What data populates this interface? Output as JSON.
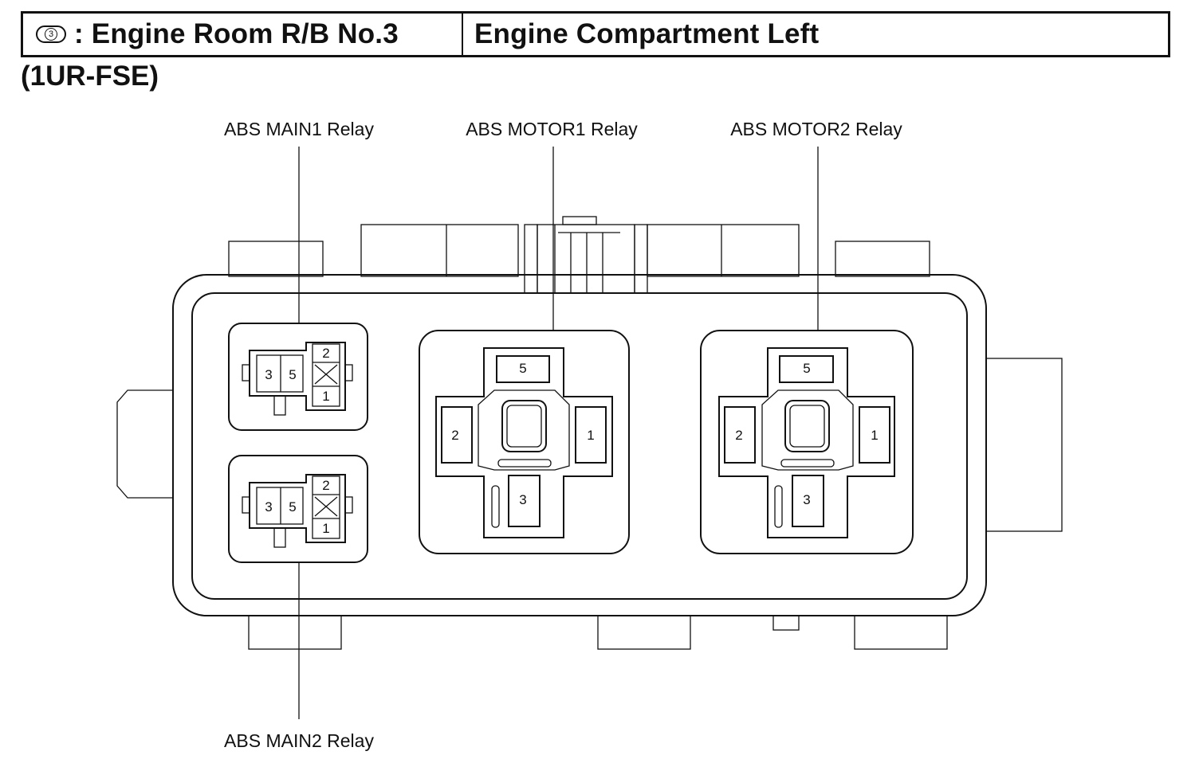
{
  "header": {
    "badge_number": "3",
    "location_code": ": Engine Room R/B No.3",
    "location_name": "Engine Compartment Left"
  },
  "engine_label": "(1UR-FSE)",
  "relays": {
    "abs_main1": {
      "label": "ABS MAIN1 Relay",
      "pins": [
        "3",
        "5",
        "2",
        "1"
      ]
    },
    "abs_main2": {
      "label": "ABS MAIN2 Relay",
      "pins": [
        "3",
        "5",
        "2",
        "1"
      ]
    },
    "abs_motor1": {
      "label": "ABS MOTOR1 Relay",
      "pins": [
        "5",
        "2",
        "1",
        "3"
      ]
    },
    "abs_motor2": {
      "label": "ABS MOTOR2 Relay",
      "pins": [
        "5",
        "2",
        "1",
        "3"
      ]
    }
  }
}
